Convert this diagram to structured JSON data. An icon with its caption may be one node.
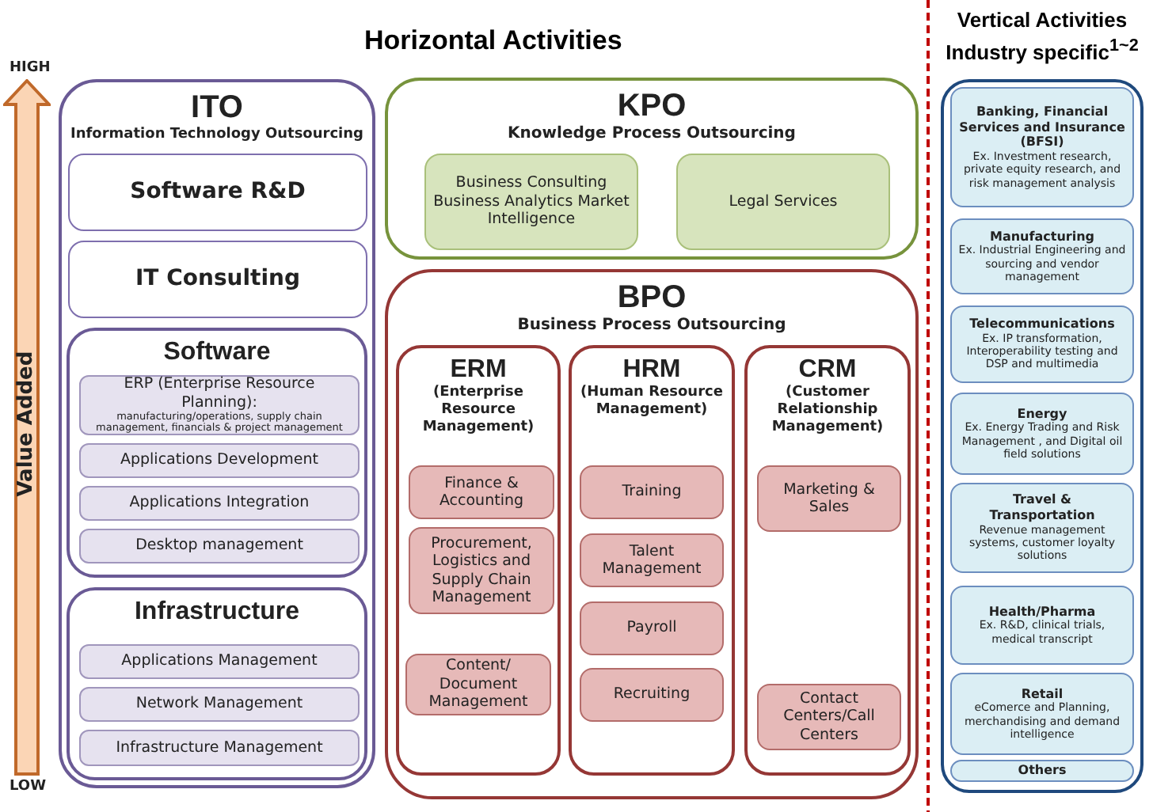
{
  "diagram": {
    "nodes": [
      {
        "text": [
          "ITO",
          "Information Technology Outsourcing"
        ]
      },
      {
        "text": [
          "Software R&D"
        ],
        "in": 0
      },
      {
        "text": [
          "IT Consulting"
        ],
        "in": 0
      },
      {
        "text": [
          "Software"
        ],
        "in": 0
      },
      {
        "text": [
          "ERP (Enterprise Resource Planning):",
          "manufacturing/operations, supply chain management, financials & project management"
        ],
        "in": 3
      },
      {
        "text": [
          "Applications Development"
        ],
        "in": 3
      },
      {
        "text": [
          "Applications Integration"
        ],
        "in": 3
      },
      {
        "text": [
          "Desktop management"
        ],
        "in": 3
      },
      {
        "text": [
          "Infrastructure"
        ],
        "in": 0
      },
      {
        "text": [
          "Applications Management"
        ],
        "in": 8
      },
      {
        "text": [
          "Network Management"
        ],
        "in": 8
      },
      {
        "text": [
          "Infrastructure Management"
        ],
        "in": 8
      },
      {
        "text": [
          "KPO",
          "Knowledge Process Outsourcing"
        ]
      },
      {
        "text": [
          "Business Consulting Business Analytics Market Intelligence"
        ],
        "in": 12
      },
      {
        "text": [
          "Legal Services"
        ],
        "in": 12
      },
      {
        "text": [
          "BPO",
          "Business Process Outsourcing"
        ]
      },
      {
        "text": [
          "ERM",
          "(Enterprise Resource Management)"
        ],
        "in": 15
      },
      {
        "text": [
          "Finance & Accounting"
        ],
        "in": 16
      },
      {
        "text": [
          "Procurement, Logistics and Supply Chain Management"
        ],
        "in": 16
      },
      {
        "text": [
          "Content/ Document Management"
        ],
        "in": 16
      },
      {
        "text": [
          "HRM",
          "(Human Resource Management)"
        ],
        "in": 15
      },
      {
        "text": [
          "Training"
        ],
        "in": 20
      },
      {
        "text": [
          "Talent Management"
        ],
        "in": 20
      },
      {
        "text": [
          "Payroll"
        ],
        "in": 20
      },
      {
        "text": [
          "Recruiting"
        ],
        "in": 20
      },
      {
        "text": [
          "CRM",
          "(Customer Relationship Management)"
        ],
        "in": 15
      },
      {
        "text": [
          "Marketing & Sales"
        ],
        "in": 25
      },
      {
        "text": [
          "Contact Centers/Call Centers"
        ],
        "in": 25
      },
      {
        "text": [
          "Vertical Activities Industry specific$^{1~2}$"
        ]
      },
      {
        "text": [
          "Banking, Financial Services and Insurance (BFSI)",
          "Ex. Investment research, private equity research, and risk management analysis"
        ],
        "in": 28
      },
      {
        "text": [
          "Manufacturing",
          "Ex. Industrial Engineering and sourcing and vendor management"
        ],
        "in": 28
      },
      {
        "text": [
          "Telecommunications",
          "Ex. IP transformation, Interoperability testing and DSP and multimedia"
        ],
        "in": 28
      },
      {
        "text": [
          "Energy",
          "Ex. Energy Trading and Risk Management , and  Digital oil field solutions"
        ],
        "in": 28
      },
      {
        "text": [
          "Travel & Transportation",
          "Revenue management systems, customer loyalty solutions"
        ],
        "in": 28
      },
      {
        "text": [
          "Health/Pharma",
          "Ex. R&D, clinical trials, medical transcript"
        ],
        "in": 28
      },
      {
        "text": [
          "Retail",
          "eComerce and Planning, merchandising and demand intelligence"
        ],
        "in": 28
      },
      {
        "text": [
          "Others"
        ],
        "in": 28
      },
      {
        "text": [
          "Value Added"
        ],
        "beside": [
          "HIGH",
          "LOW"
        ]
      }
    ],
    "labels": [
      "Horizontal Activities"
    ]
  }
}
